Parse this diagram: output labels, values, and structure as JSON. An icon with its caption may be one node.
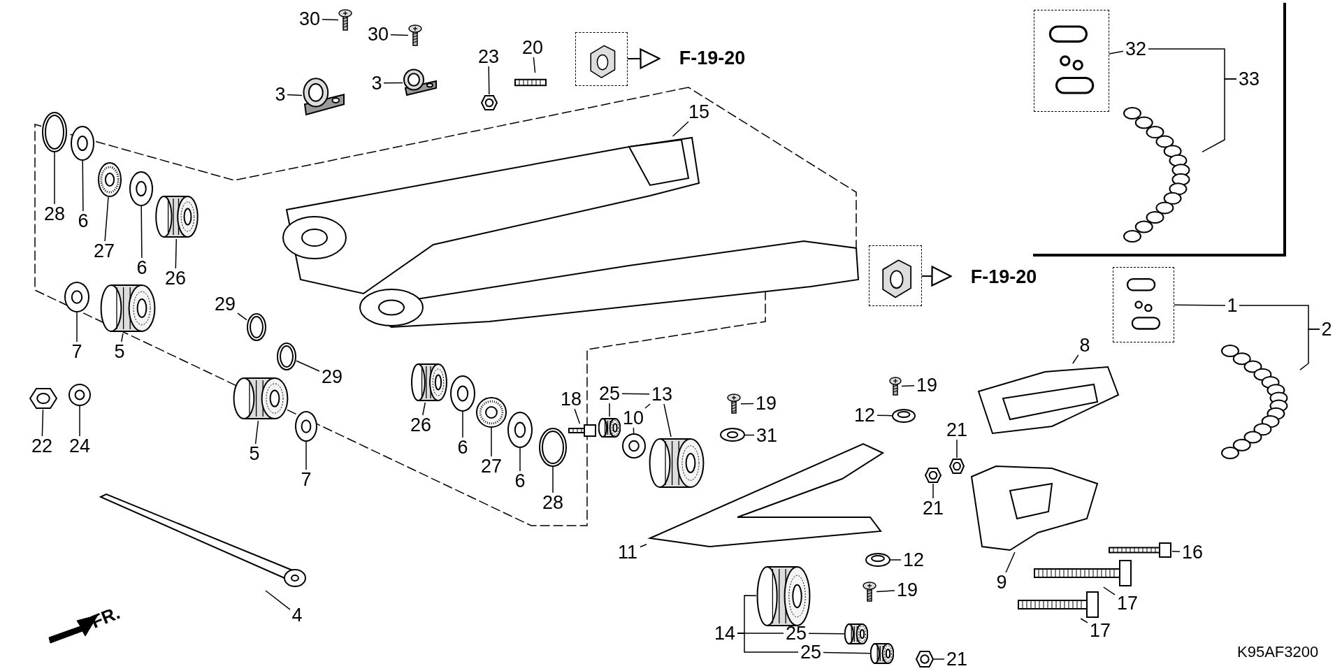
{
  "diagram": {
    "nodes": [
      {
        "text": [
          "30"
        ]
      },
      {
        "text": [
          "30"
        ]
      },
      {
        "text": [
          "3"
        ]
      },
      {
        "text": [
          "3"
        ]
      },
      {
        "text": [
          "23"
        ]
      },
      {
        "text": [
          "20"
        ]
      },
      {
        "text": [],
        "shape": "picture"
      },
      {
        "text": [
          "F-19-20"
        ]
      },
      {
        "text": [],
        "shape": "picture"
      },
      {
        "text": [
          "32"
        ]
      },
      {
        "text": [
          "33"
        ]
      },
      {
        "text": [
          "15"
        ]
      },
      {
        "text": [
          "28"
        ]
      },
      {
        "text": [
          "6"
        ]
      },
      {
        "text": [
          "27"
        ]
      },
      {
        "text": [
          "6"
        ]
      },
      {
        "text": [
          "26"
        ]
      },
      {
        "text": [
          "29"
        ]
      },
      {
        "text": [
          "29"
        ]
      },
      {
        "text": [
          "7"
        ]
      },
      {
        "text": [
          "5"
        ]
      },
      {
        "text": [
          "22"
        ]
      },
      {
        "text": [
          "24"
        ]
      },
      {
        "text": [
          "5"
        ]
      },
      {
        "text": [
          "7"
        ]
      },
      {
        "text": [
          "4"
        ]
      },
      {
        "text": [
          "26"
        ]
      },
      {
        "text": [
          "6"
        ]
      },
      {
        "text": [
          "27"
        ]
      },
      {
        "text": [
          "6"
        ]
      },
      {
        "text": [
          "28"
        ]
      },
      {
        "text": [
          "18"
        ]
      },
      {
        "text": [
          "25"
        ]
      },
      {
        "text": [
          "10"
        ]
      },
      {
        "text": [
          "13"
        ]
      },
      {
        "text": [],
        "shape": "picture"
      },
      {
        "text": [
          "F-19-20"
        ]
      },
      {
        "text": [],
        "shape": "picture"
      },
      {
        "text": [
          "1"
        ]
      },
      {
        "text": [
          "2"
        ]
      },
      {
        "text": [
          "8"
        ]
      },
      {
        "text": [
          "19"
        ]
      },
      {
        "text": [
          "19"
        ]
      },
      {
        "text": [
          "12"
        ]
      },
      {
        "text": [
          "31"
        ]
      },
      {
        "text": [
          "21"
        ]
      },
      {
        "text": [
          "21"
        ]
      },
      {
        "text": [
          "11"
        ]
      },
      {
        "text": [
          "12"
        ]
      },
      {
        "text": [
          "19"
        ]
      },
      {
        "text": [
          "9"
        ]
      },
      {
        "text": [
          "16"
        ]
      },
      {
        "text": [
          "17"
        ]
      },
      {
        "text": [
          "17"
        ]
      },
      {
        "text": [
          "14"
        ]
      },
      {
        "text": [
          "25"
        ]
      },
      {
        "text": [
          "25"
        ]
      },
      {
        "text": [
          "21"
        ]
      },
      {
        "text": [],
        "shape": "picture"
      },
      {
        "text": [],
        "shape": "picture"
      },
      {
        "text": [],
        "shape": "picture"
      },
      {
        "text": [],
        "shape": "picture"
      },
      {
        "text": [],
        "shape": "picture"
      },
      {
        "text": [],
        "shape": "picture"
      },
      {
        "text": [],
        "shape": "picture"
      },
      {
        "text": [],
        "shape": "picture"
      },
      {
        "text": [],
        "shape": "picture"
      },
      {
        "text": [],
        "shape": "picture"
      },
      {
        "text": [],
        "shape": "picture"
      },
      {
        "text": [],
        "shape": "picture"
      },
      {
        "text": [],
        "shape": "picture"
      },
      {
        "text": [],
        "shape": "picture"
      },
      {
        "text": [],
        "shape": "picture"
      },
      {
        "text": [],
        "shape": "picture"
      },
      {
        "text": [],
        "shape": "picture"
      },
      {
        "text": [],
        "shape": "picture"
      },
      {
        "text": [],
        "shape": "picture"
      },
      {
        "text": [],
        "shape": "picture"
      },
      {
        "text": [],
        "shape": "picture"
      },
      {
        "text": [],
        "shape": "picture"
      },
      {
        "text": [],
        "shape": "picture"
      },
      {
        "text": [],
        "shape": "picture"
      },
      {
        "text": [],
        "shape": "picture"
      },
      {
        "text": [],
        "shape": "picture"
      },
      {
        "text": [],
        "shape": "picture"
      },
      {
        "text": [],
        "shape": "picture"
      },
      {
        "text": [],
        "shape": "picture"
      },
      {
        "text": [],
        "shape": "picture"
      },
      {
        "text": [],
        "shape": "picture"
      },
      {
        "text": [],
        "shape": "picture"
      },
      {
        "text": [],
        "shape": "picture"
      },
      {
        "text": [],
        "shape": "picture"
      },
      {
        "text": [],
        "shape": "picture"
      },
      {
        "text": [],
        "shape": "picture"
      },
      {
        "text": [],
        "shape": "picture"
      },
      {
        "text": [],
        "shape": "picture"
      },
      {
        "text": [],
        "shape": "picture"
      },
      {
        "text": [],
        "shape": "picture"
      },
      {
        "text": [],
        "shape": "picture"
      },
      {
        "text": [],
        "shape": "picture"
      },
      {
        "text": [],
        "shape": "picture"
      },
      {
        "text": [],
        "shape": "picture"
      },
      {
        "text": [],
        "shape": "picture"
      },
      {
        "text": [],
        "shape": "picture"
      },
      {
        "text": [],
        "shape": "picture"
      },
      {
        "text": [],
        "shape": "picture"
      },
      {
        "text": [],
        "shape": "picture"
      },
      {
        "text": [],
        "shape": "picture"
      }
    ],
    "edges": [
      {
        "from": 0,
        "to": 58,
        "arrow": "none"
      },
      {
        "from": 1,
        "to": 59,
        "arrow": "none"
      },
      {
        "from": 2,
        "to": 60,
        "arrow": "none"
      },
      {
        "from": 3,
        "to": 61,
        "arrow": "none"
      },
      {
        "from": 4,
        "to": 62,
        "arrow": "none"
      },
      {
        "from": 5,
        "to": 63,
        "arrow": "none"
      },
      {
        "from": 6,
        "to": 7,
        "arrow": "to"
      },
      {
        "from": 9,
        "to": 8,
        "arrow": "none"
      },
      {
        "from": 10,
        "to": 9,
        "arrow": "none"
      },
      {
        "from": 10,
        "to": 65,
        "arrow": "none"
      },
      {
        "from": 11,
        "to": 64,
        "arrow": "none"
      },
      {
        "from": 12,
        "to": 66,
        "arrow": "none"
      },
      {
        "from": 13,
        "to": 67,
        "arrow": "none"
      },
      {
        "from": 14,
        "to": 68,
        "arrow": "none"
      },
      {
        "from": 15,
        "to": 69,
        "arrow": "none"
      },
      {
        "from": 16,
        "to": 70,
        "arrow": "none"
      },
      {
        "from": 17,
        "to": 71,
        "arrow": "none"
      },
      {
        "from": 18,
        "to": 72,
        "arrow": "none"
      },
      {
        "from": 19,
        "to": 73,
        "arrow": "none"
      },
      {
        "from": 20,
        "to": 74,
        "arrow": "none"
      },
      {
        "from": 21,
        "to": 75,
        "arrow": "none"
      },
      {
        "from": 22,
        "to": 76,
        "arrow": "none"
      },
      {
        "from": 23,
        "to": 77,
        "arrow": "none"
      },
      {
        "from": 24,
        "to": 78,
        "arrow": "none"
      },
      {
        "from": 25,
        "to": 79,
        "arrow": "none"
      },
      {
        "from": 26,
        "to": 80,
        "arrow": "none"
      },
      {
        "from": 27,
        "to": 81,
        "arrow": "none"
      },
      {
        "from": 28,
        "to": 82,
        "arrow": "none"
      },
      {
        "from": 29,
        "to": 83,
        "arrow": "none"
      },
      {
        "from": 30,
        "to": 84,
        "arrow": "none"
      },
      {
        "from": 31,
        "to": 85,
        "arrow": "none"
      },
      {
        "from": 32,
        "to": 86,
        "arrow": "none"
      },
      {
        "from": 33,
        "to": 87,
        "arrow": "none"
      },
      {
        "from": 34,
        "to": 32,
        "arrow": "none"
      },
      {
        "from": 34,
        "to": 33,
        "arrow": "none"
      },
      {
        "from": 34,
        "to": 88,
        "arrow": "none"
      },
      {
        "from": 35,
        "to": 36,
        "arrow": "to"
      },
      {
        "from": 38,
        "to": 37,
        "arrow": "none"
      },
      {
        "from": 39,
        "to": 38,
        "arrow": "none"
      },
      {
        "from": 39,
        "to": 89,
        "arrow": "none"
      },
      {
        "from": 40,
        "to": 90,
        "arrow": "none"
      },
      {
        "from": 41,
        "to": 91,
        "arrow": "none"
      },
      {
        "from": 42,
        "to": 92,
        "arrow": "none"
      },
      {
        "from": 43,
        "to": 93,
        "arrow": "none"
      },
      {
        "from": 44,
        "to": 94,
        "arrow": "none"
      },
      {
        "from": 45,
        "to": 95,
        "arrow": "none"
      },
      {
        "from": 46,
        "to": 96,
        "arrow": "none"
      },
      {
        "from": 47,
        "to": 97,
        "arrow": "none"
      },
      {
        "from": 48,
        "to": 98,
        "arrow": "none"
      },
      {
        "from": 49,
        "to": 99,
        "arrow": "none"
      },
      {
        "from": 50,
        "to": 100,
        "arrow": "none"
      },
      {
        "from": 51,
        "to": 101,
        "arrow": "none"
      },
      {
        "from": 52,
        "to": 102,
        "arrow": "none"
      },
      {
        "from": 53,
        "to": 103,
        "arrow": "none"
      },
      {
        "from": 54,
        "to": 104,
        "arrow": "none"
      },
      {
        "from": 54,
        "to": 55,
        "arrow": "none"
      },
      {
        "from": 54,
        "to": 56,
        "arrow": "none"
      },
      {
        "from": 55,
        "to": 105,
        "arrow": "none"
      },
      {
        "from": 56,
        "to": 106,
        "arrow": "none"
      },
      {
        "from": 57,
        "to": 107,
        "arrow": "none"
      }
    ],
    "labels": [
      "FR.",
      "K95AF3200"
    ]
  }
}
